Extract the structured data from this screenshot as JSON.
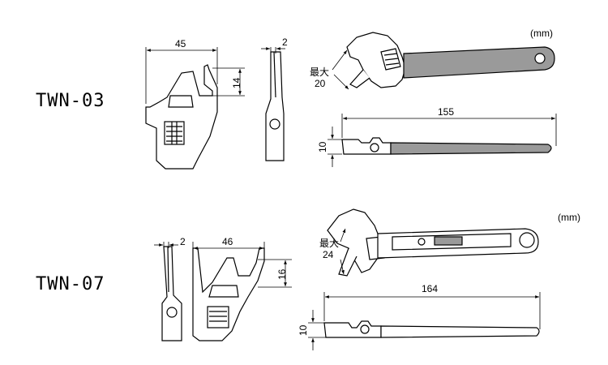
{
  "models": [
    {
      "name": "TWN-03",
      "unit": "(mm)",
      "jaw_width": "45",
      "jaw_thickness": "2",
      "head_depth": "14",
      "max_opening_label": "最大",
      "max_opening_value": "20",
      "overall_length": "155",
      "profile_thickness": "10"
    },
    {
      "name": "TWN-07",
      "unit": "(mm)",
      "jaw_width": "46",
      "jaw_thickness": "2",
      "head_depth": "16",
      "max_opening_label": "最大",
      "max_opening_value": "24",
      "overall_length": "164",
      "profile_thickness": "10"
    }
  ],
  "colors": {
    "line": "#000000",
    "handle_fill": "#9a9a9a",
    "background": "#ffffff"
  }
}
